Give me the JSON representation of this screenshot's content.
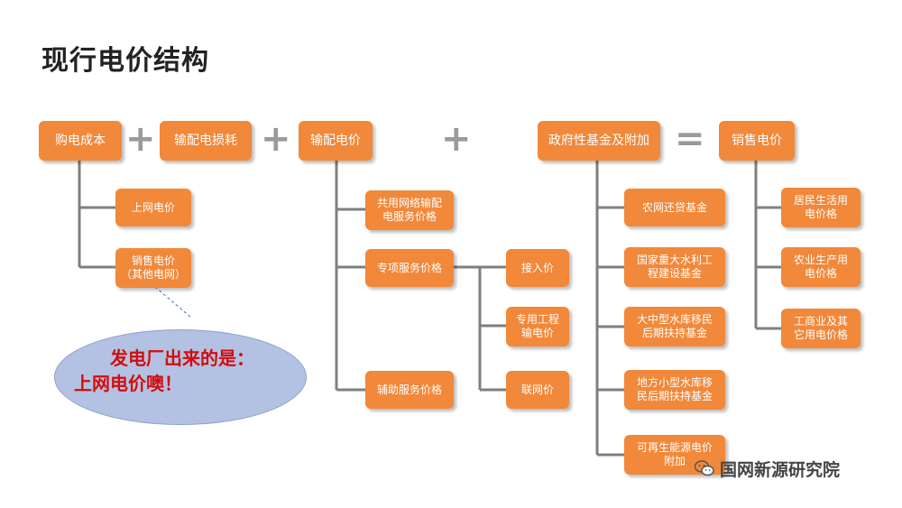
{
  "title": "现行电价结构",
  "boxes": {
    "purchase_cost": "购电成本",
    "loss": "输配电损耗",
    "transmission_price": "输配电价",
    "gov_fund": "政府性基金及附加",
    "sales_price": "销售电价",
    "on_grid_price": "上网电价",
    "other_grid_sales": "销售电价\n（其他电网）",
    "shared_network": "共用网络输配\n电服务价格",
    "special_service": "专项服务价格",
    "aux_service": "辅助服务价格",
    "access_price": "接入价",
    "dedicated_project": "专用工程\n输电价",
    "interconnection": "联网价",
    "rural_loan_fund": "农网还贷基金",
    "water_project_fund": "国家重大水利工\n程建设基金",
    "large_reservoir_fund": "大中型水库移民\n后期扶持基金",
    "local_reservoir_fund": "地方小型水库移\n民后期扶持基金",
    "renewable_fund": "可再生能源电价\n附加",
    "residential": "居民生活用\n电价格",
    "agricultural": "农业生产用\n电价格",
    "industrial": "工商业及其\n它用电价格"
  },
  "operators": {
    "plus": "+",
    "equals": "="
  },
  "bubble": {
    "line1": "发电厂出来的是：",
    "line2": "上网电价噢！"
  },
  "brand": {
    "icon": "wechat-icon",
    "name": "国网新源研究院"
  },
  "colors": {
    "box": "#f1883a",
    "line": "#7f7f7f",
    "bubble": "#b3c2e3",
    "bubble_text": "#d30c0c"
  }
}
